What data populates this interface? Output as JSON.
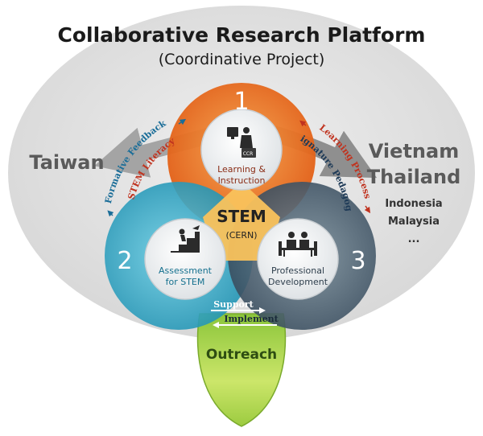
{
  "title": "Collaborative Research Platform",
  "subtitle": "(Coordinative Project)",
  "left_region": "Taiwan",
  "right_regions": {
    "primary": [
      "Vietnam",
      "Thailand"
    ],
    "secondary": [
      "Indonesia",
      "Malaysia",
      "..."
    ]
  },
  "center": {
    "label": "STEM",
    "sublabel": "(CERN)"
  },
  "components": [
    {
      "number": "1",
      "lines": [
        "Learning &",
        "Instruction"
      ],
      "icon_text": "CCR",
      "color": "#e8651b"
    },
    {
      "number": "2",
      "lines": [
        "Assessment",
        "for STEM"
      ],
      "color": "#2aa6c5"
    },
    {
      "number": "3",
      "lines": [
        "Professional",
        "Development"
      ],
      "color": "#3e5464"
    }
  ],
  "arc_labels": {
    "left_outer": "Formative Feedback",
    "left_inner": "STEM Literacy",
    "right_outer": "Learning Process",
    "right_inner": "Signature Pedagogy"
  },
  "bottom_labels": {
    "support": "Support",
    "implement": "Implement"
  },
  "outreach": "Outreach",
  "icons": [
    "teacher-computer-icon",
    "stairs-climber-icon",
    "meeting-table-icon"
  ]
}
